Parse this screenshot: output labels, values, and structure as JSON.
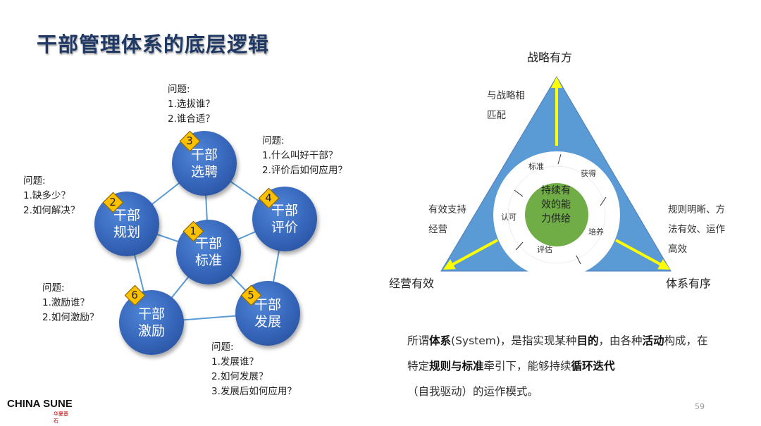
{
  "title": "干部管理体系的底层逻辑",
  "nodes": [
    {
      "num": "1",
      "line1": "干部",
      "line2": "标准"
    },
    {
      "num": "2",
      "line1": "干部",
      "line2": "规划"
    },
    {
      "num": "3",
      "line1": "干部",
      "line2": "选聘"
    },
    {
      "num": "4",
      "line1": "干部",
      "line2": "评价"
    },
    {
      "num": "5",
      "line1": "干部",
      "line2": "发展"
    },
    {
      "num": "6",
      "line1": "干部",
      "line2": "激励"
    }
  ],
  "questions": {
    "plan": [
      "问题:",
      "1.缺多少？",
      "2.如何解决？"
    ],
    "select": [
      "问题:",
      "1.选拔谁？",
      "2.谁合适？"
    ],
    "evaluate": [
      "问题:",
      "1.什么叫好干部？",
      "2.评价后如何应用？"
    ],
    "incentive": [
      "问题:",
      "1.激励谁？",
      "2.如何激励？"
    ],
    "develop": [
      "问题:",
      "1.发展谁？",
      "2.如何发展？",
      "3.发展后如何应用？"
    ]
  },
  "triangle": {
    "top_label": "战略有方",
    "left_label": "经营有效",
    "right_label": "体系有序",
    "left_side": [
      "与战略相",
      "匹配"
    ],
    "left_mid": [
      "有效支持",
      "经营"
    ],
    "right_side": [
      "规则明晰、方",
      "法有效、运作",
      "高效"
    ],
    "center": [
      "持续有",
      "效的能",
      "力供给"
    ],
    "ring": [
      "标准",
      "获得",
      "培养",
      "评估",
      "认可"
    ]
  },
  "description": {
    "p1": "所谓",
    "b1": "体系",
    "p2": "(System)，是指实现某种",
    "b2": "目的",
    "p3": "，由各种",
    "b3": "活动",
    "p4": "构成，在特定",
    "b4": "规则与标准",
    "p5": "牵引下，能够持续",
    "b5": "循环迭代",
    "p6": "（自我驱动）的运作模式。"
  },
  "page_number": "59",
  "logo": {
    "brand": "CHINA SUNE",
    "sub": "华夏基石"
  },
  "colors": {
    "node": "#3564b8",
    "badge": "#ffc000",
    "triangle": "#5b9bd5",
    "center": "#70ad47",
    "arrow": "#ffff00"
  }
}
